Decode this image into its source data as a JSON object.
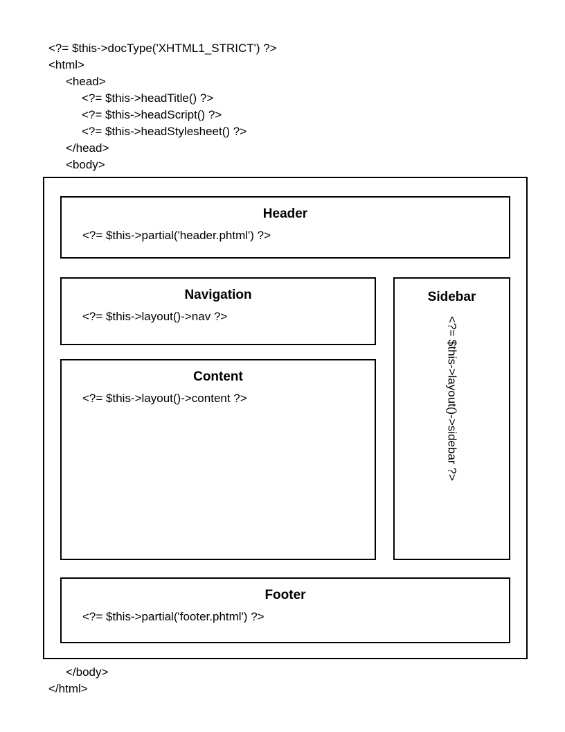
{
  "page": {
    "background": "#ffffff",
    "border_color": "#000000",
    "text_color": "#000000"
  },
  "top_code": [
    "<?= $this->docType('XHTML1_STRICT') ?>",
    "<html>",
    "<head>",
    "<?= $this->headTitle() ?>",
    "<?= $this->headScript() ?>",
    "<?= $this->headStylesheet() ?>",
    "</head>",
    "<body>"
  ],
  "bottom_code": [
    "</body>",
    "</html>"
  ],
  "boxes": {
    "header": {
      "title": "Header",
      "code": "<?= $this->partial('header.phtml') ?>"
    },
    "navigation": {
      "title": "Navigation",
      "code": "<?= $this->layout()->nav ?>"
    },
    "content": {
      "title": "Content",
      "code": "<?= $this->layout()->content ?>"
    },
    "sidebar": {
      "title": "Sidebar",
      "code": "<?= $this->layout()->sidebar ?>"
    },
    "footer": {
      "title": "Footer",
      "code": "<?= $this->partial('footer.phtml') ?>"
    }
  }
}
